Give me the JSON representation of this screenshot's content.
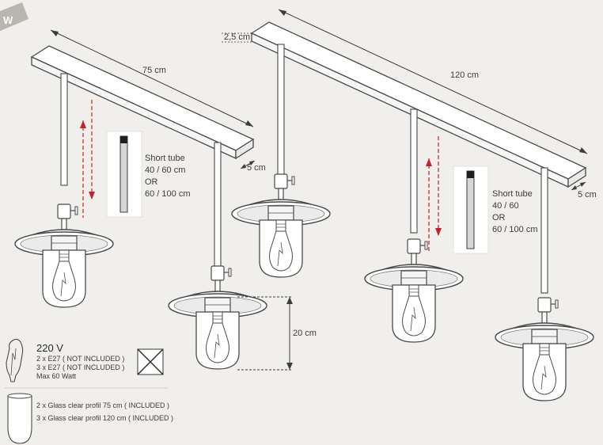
{
  "badge": "W",
  "small_fixture": {
    "length": "75 cm",
    "depth": "5 cm",
    "tube": [
      "Short tube",
      "40 / 60 cm",
      "OR",
      "60 / 100 cm"
    ]
  },
  "large_fixture": {
    "length": "120 cm",
    "depth": "5 cm",
    "height": "2,5 cm",
    "tube": [
      "Short tube",
      "40 / 60",
      "OR",
      "60 / 100 cm"
    ]
  },
  "shade_height": "20 cm",
  "specs": {
    "voltage": "220 V",
    "lines": [
      "2 x E27 ( NOT INCLUDED )",
      "3 x E27 ( NOT INCLUDED )",
      "Max 60 Watt"
    ]
  },
  "glass": {
    "lines": [
      "2 x Glass clear profil 75 cm ( INCLUDED )",
      "3 x Glass clear profil 120 cm ( INCLUDED )"
    ]
  },
  "colors": {
    "line": "#4a4a4a",
    "arrow": "#c8202a",
    "background": "#f1efeb"
  }
}
